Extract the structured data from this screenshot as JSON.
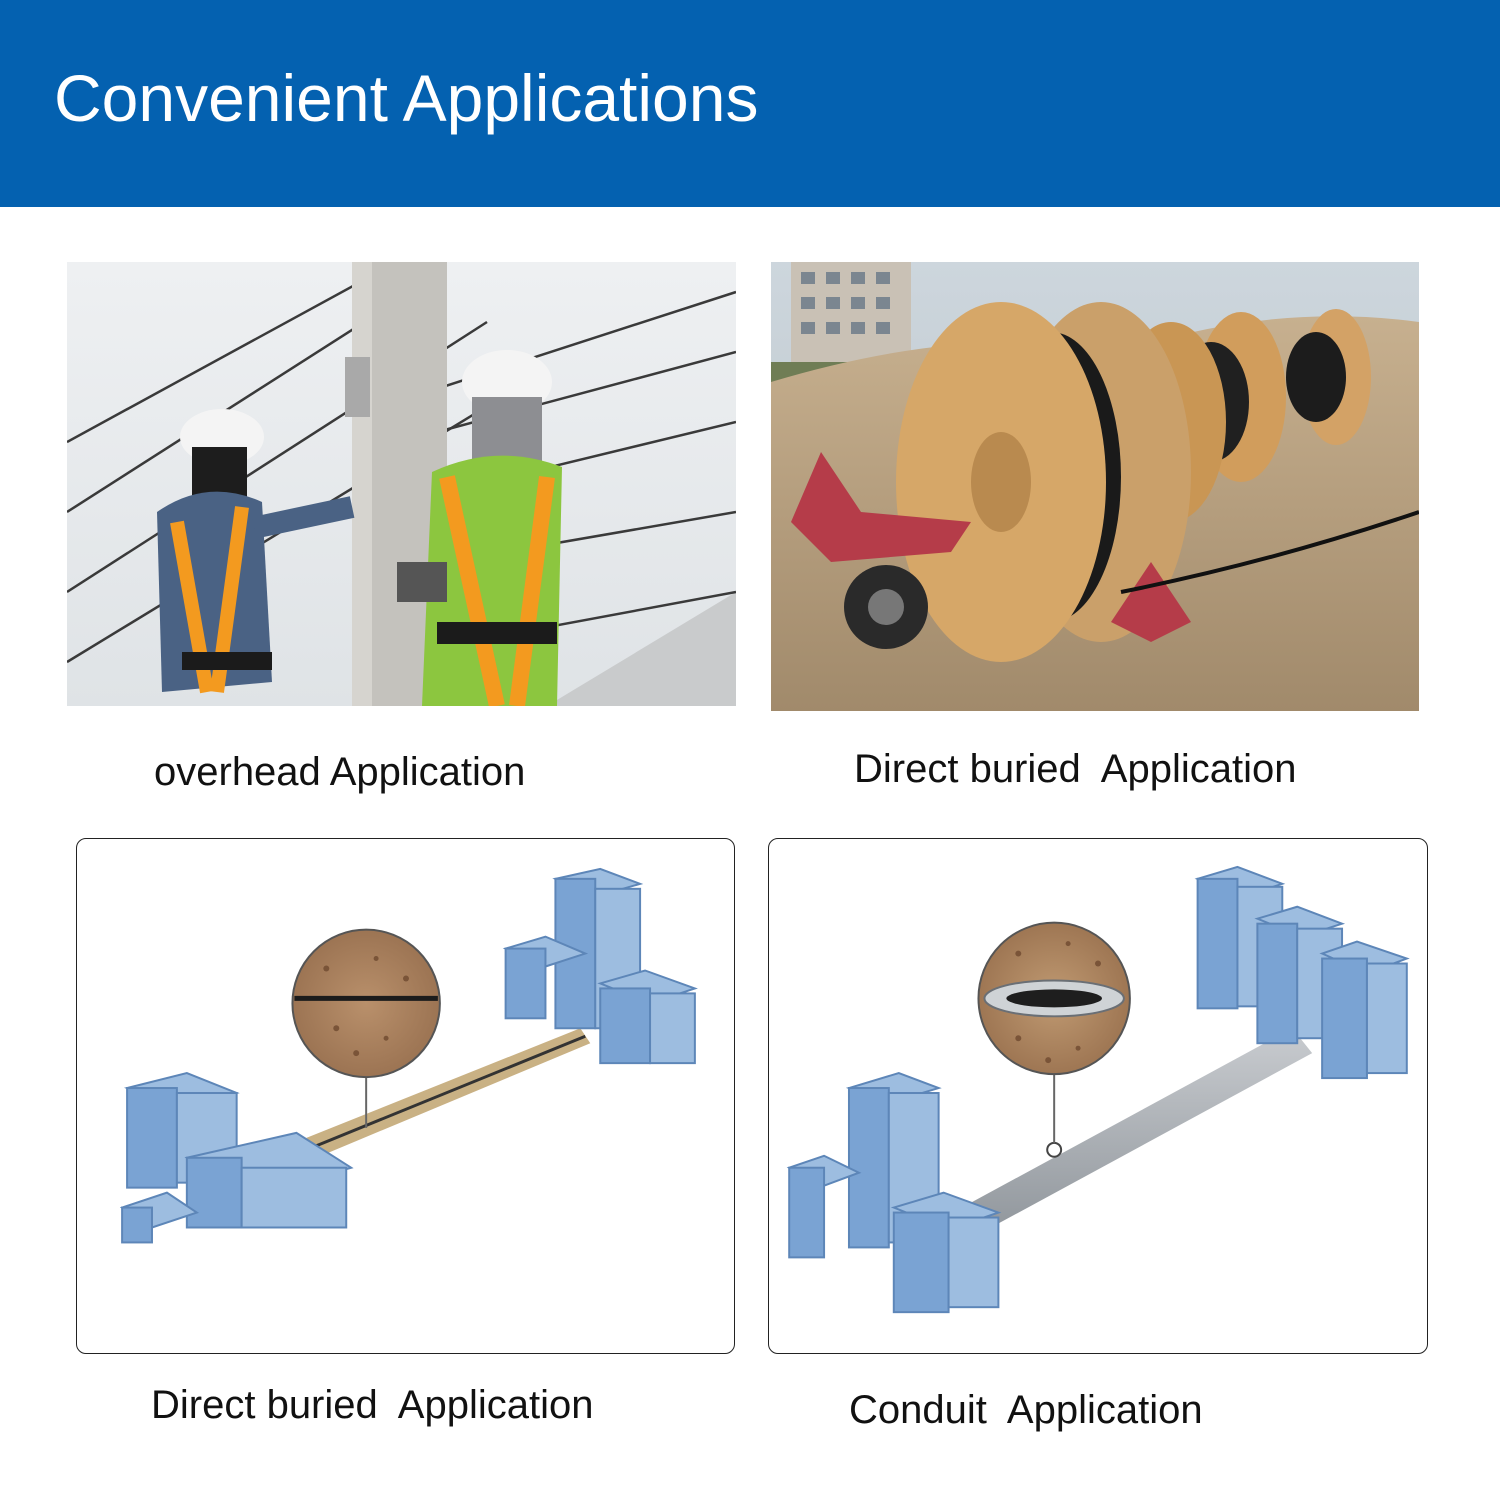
{
  "header": {
    "title": "Convenient Applications",
    "background": "#0461b0"
  },
  "panels": [
    {
      "caption": "overhead Application",
      "kind": "photo"
    },
    {
      "caption": "Direct buried  Application",
      "kind": "photo"
    },
    {
      "caption": "Direct buried  Application",
      "kind": "diagram"
    },
    {
      "caption": "Conduit  Application",
      "kind": "diagram"
    }
  ]
}
